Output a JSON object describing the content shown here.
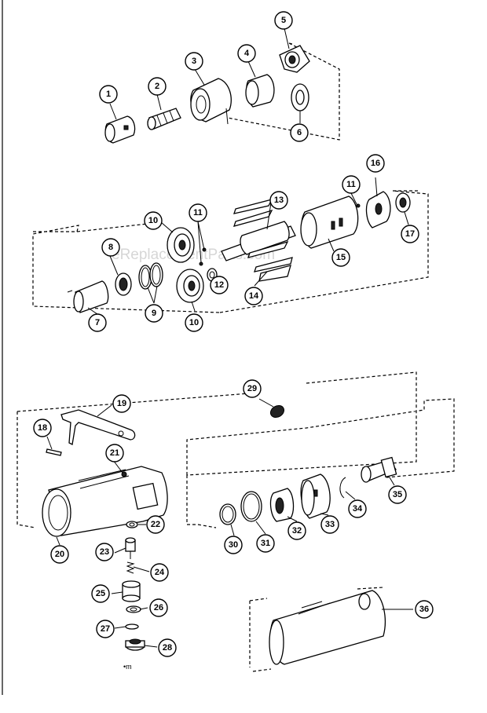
{
  "diagram": {
    "watermark": "eReplacementParts.com",
    "footnote": "•m",
    "callouts": [
      {
        "id": "1",
        "label": "1"
      },
      {
        "id": "2",
        "label": "2"
      },
      {
        "id": "3",
        "label": "3"
      },
      {
        "id": "4",
        "label": "4"
      },
      {
        "id": "5",
        "label": "5"
      },
      {
        "id": "6",
        "label": "6"
      },
      {
        "id": "7",
        "label": "7"
      },
      {
        "id": "8",
        "label": "8"
      },
      {
        "id": "9",
        "label": "9"
      },
      {
        "id": "10a",
        "label": "10"
      },
      {
        "id": "10b",
        "label": "10"
      },
      {
        "id": "11a",
        "label": "11"
      },
      {
        "id": "11b",
        "label": "11"
      },
      {
        "id": "12",
        "label": "12"
      },
      {
        "id": "13",
        "label": "13"
      },
      {
        "id": "14",
        "label": "14"
      },
      {
        "id": "15",
        "label": "15"
      },
      {
        "id": "16",
        "label": "16"
      },
      {
        "id": "17",
        "label": "17"
      },
      {
        "id": "18",
        "label": "18"
      },
      {
        "id": "19",
        "label": "19"
      },
      {
        "id": "20",
        "label": "20"
      },
      {
        "id": "21",
        "label": "21"
      },
      {
        "id": "22",
        "label": "22"
      },
      {
        "id": "23",
        "label": "23"
      },
      {
        "id": "24",
        "label": "24"
      },
      {
        "id": "25",
        "label": "25"
      },
      {
        "id": "26",
        "label": "26"
      },
      {
        "id": "27",
        "label": "27"
      },
      {
        "id": "28",
        "label": "28"
      },
      {
        "id": "29",
        "label": "29"
      },
      {
        "id": "30",
        "label": "30"
      },
      {
        "id": "31",
        "label": "31"
      },
      {
        "id": "32",
        "label": "32"
      },
      {
        "id": "33",
        "label": "33"
      },
      {
        "id": "34",
        "label": "34"
      },
      {
        "id": "35",
        "label": "35"
      },
      {
        "id": "36",
        "label": "36"
      }
    ]
  }
}
